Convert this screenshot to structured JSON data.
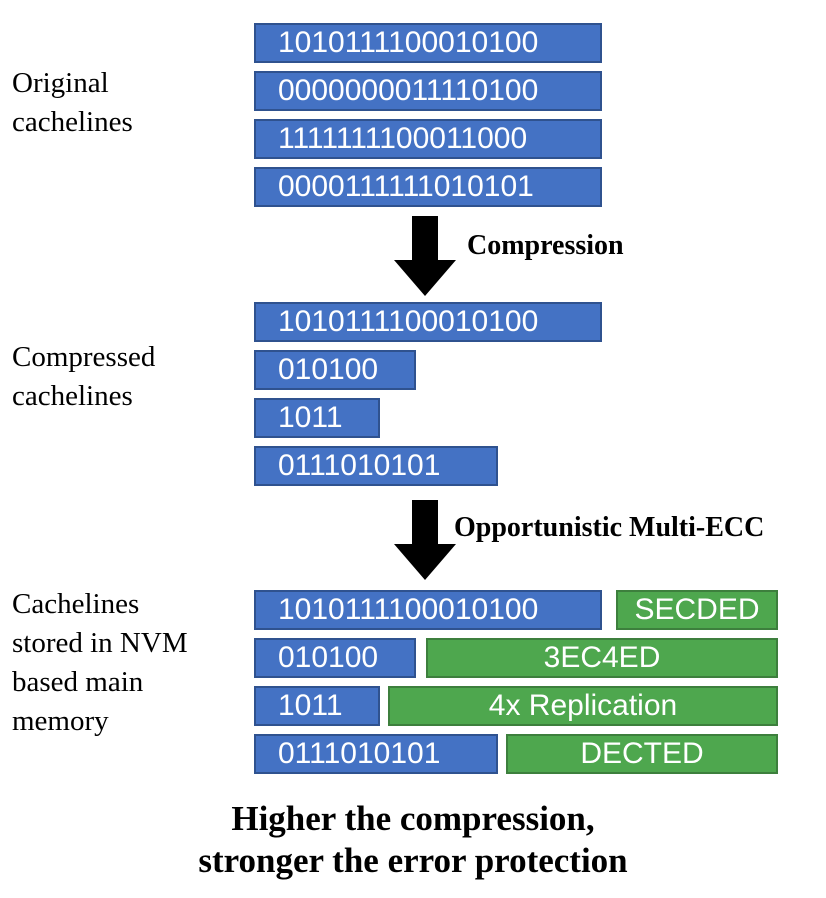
{
  "colors": {
    "cacheline_fill": "#4472c4",
    "ecc_fill": "#4ea74e",
    "arrow": "#000000"
  },
  "sections": {
    "original_label": "Original\ncachelines",
    "compressed_label": "Compressed\ncachelines",
    "stored_label": "Cachelines\nstored in NVM\nbased main\nmemory"
  },
  "original_lines": [
    "1010111100010100",
    "0000000011110100",
    "1111111100011000",
    "0000111111010101"
  ],
  "compressed_lines": [
    "1010111100010100",
    "010100",
    "1011",
    "0111010101"
  ],
  "stored_lines": [
    {
      "data": "1010111100010100",
      "ecc": "SECDED"
    },
    {
      "data": "010100",
      "ecc": "3EC4ED"
    },
    {
      "data": "1011",
      "ecc": "4x Replication"
    },
    {
      "data": "0111010101",
      "ecc": "DECTED"
    }
  ],
  "steps": {
    "compression": "Compression",
    "multi_ecc": "Opportunistic Multi-ECC"
  },
  "caption": {
    "line1": "Higher the compression,",
    "line2": "stronger the error protection"
  },
  "arrow_icon": "arrow-down-icon"
}
